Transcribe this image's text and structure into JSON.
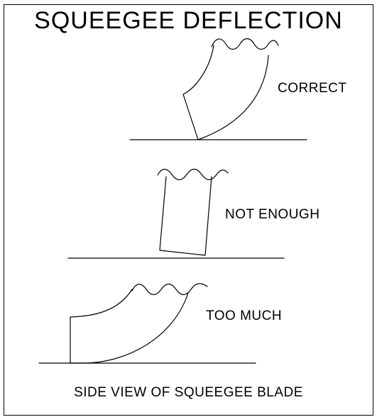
{
  "title": "SQUEEGEE DEFLECTION",
  "figures": [
    {
      "label": "CORRECT"
    },
    {
      "label": "NOT ENOUGH"
    },
    {
      "label": "TOO MUCH"
    }
  ],
  "caption": "SIDE VIEW OF SQUEEGEE BLADE",
  "colors": {
    "ink": "#000000",
    "background": "#ffffff"
  }
}
